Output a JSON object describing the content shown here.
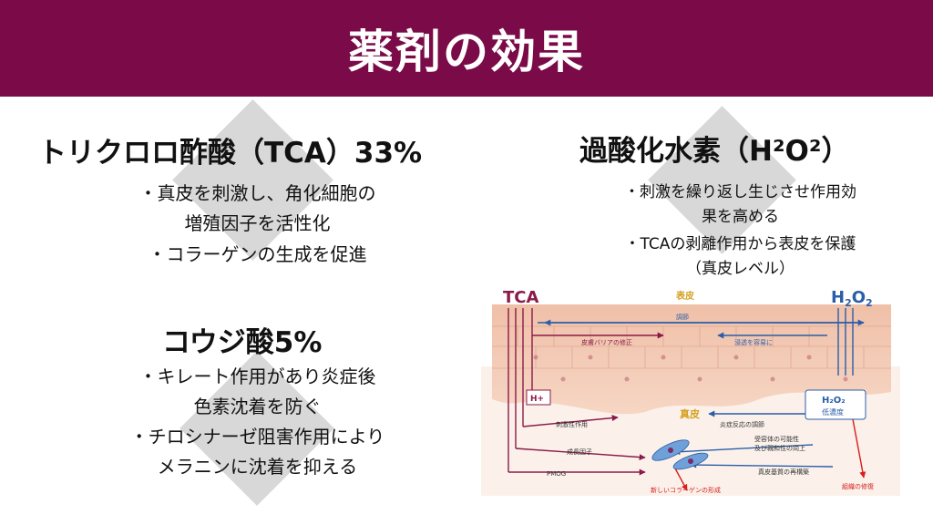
{
  "header": {
    "title": "薬剤の効果"
  },
  "tca": {
    "title": "トリクロロ酢酸（TCA）33%",
    "lines": [
      "・真皮を刺激し、角化細胞の",
      "増殖因子を活性化",
      "・コラーゲンの生成を促進"
    ]
  },
  "h2o2": {
    "title": "過酸化水素（H²O²）",
    "lines": [
      "・刺激を繰り返し生じさせ作用効",
      "果を高める",
      "・TCAの剥離作用から表皮を保護",
      "（真皮レベル）"
    ]
  },
  "kojic": {
    "title": "コウジ酸5%",
    "lines": [
      "・キレート作用があり炎症後",
      "色素沈着を防ぐ",
      "・チロシナーゼ阻害作用により",
      "メラニンに沈着を抑える"
    ]
  },
  "diagram": {
    "tca_label": "TCA",
    "h2o2_label_main": "H",
    "h2o2_sub1": "2",
    "h2o2_o": "O",
    "h2o2_sub2": "2",
    "epidermis": "表皮",
    "adjust": "調節",
    "barrier_repair": "皮膚バリアの修正",
    "permeation": "浸透を容易に",
    "hplus": "H+",
    "dermis": "真皮",
    "box_h2o2_line1": "H₂O₂",
    "box_h2o2_line2": "低濃度",
    "stimulation": "刺激性作用",
    "inflammation": "炎症反応の調節",
    "growth_factor": "成長因子",
    "receptor_line1": "受容体の可能性",
    "receptor_line2": "及び親和性の向上",
    "pmog": "PMOG",
    "matrix": "真皮基質の再構築",
    "new_collagen": "新しいコラーゲンの形成",
    "tissue_repair": "組織の修復",
    "colors": {
      "tca": "#8a1a4a",
      "h2o2": "#2b5ea8",
      "epidermis_text": "#d4a020",
      "red_arrow": "#d81e1e"
    }
  }
}
